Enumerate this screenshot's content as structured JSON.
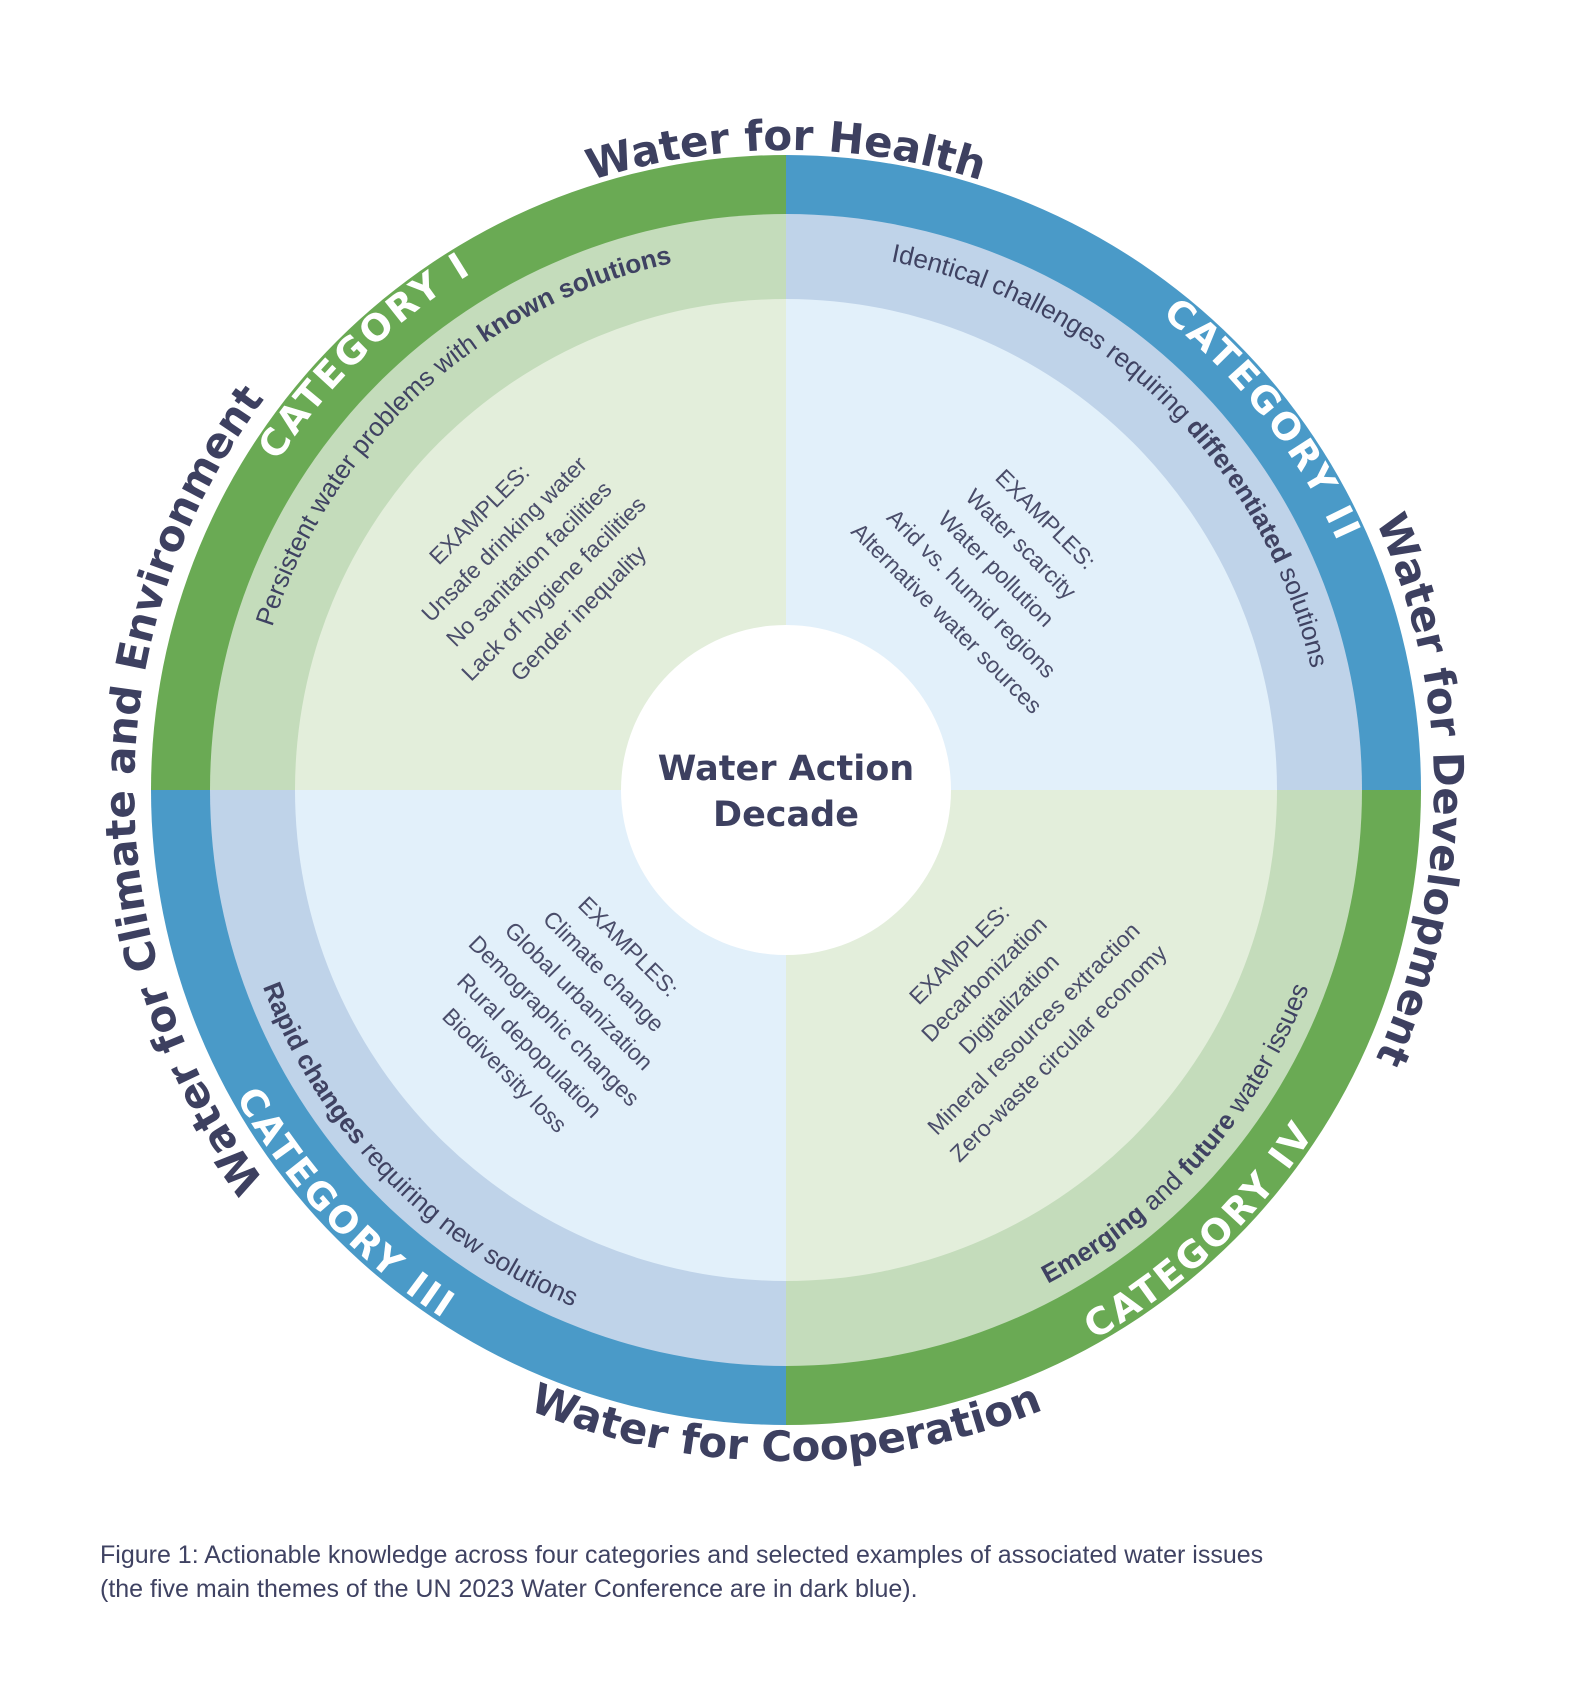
{
  "colors": {
    "green_outer": "#6aaa54",
    "green_mid": "#c4dcbb",
    "green_inner": "#e3eedb",
    "blue_outer": "#4a9ac8",
    "blue_mid": "#bfd3e9",
    "blue_inner": "#e2f0fa",
    "dark_text": "#3d4060"
  },
  "themes": {
    "top": "Water for Health",
    "right": "Water for Development",
    "bottom": "Water for Cooperation",
    "left": "Water for Climate and Environment"
  },
  "center": {
    "line1": "Water Action",
    "line2": "Decade"
  },
  "categories": [
    {
      "label": "CATEGORY I",
      "desc_pre": "Persistent water problems with ",
      "desc_bold": "known solutions",
      "desc_post": "",
      "examples_heading": "EXAMPLES:",
      "examples": [
        "Unsafe drinking water",
        "No sanitation facilities",
        "Lack of hygiene facilities",
        "Gender inequality"
      ]
    },
    {
      "label": "CATEGORY II",
      "desc_pre": "Identical challenges requiring ",
      "desc_bold": "differentiated",
      "desc_post": " solutions",
      "examples_heading": "EXAMPLES:",
      "examples": [
        "Water scarcity",
        "Water pollution",
        "Arid vs. humid regions",
        "Alternative water sources"
      ]
    },
    {
      "label": "CATEGORY III",
      "desc_pre": "",
      "desc_bold": "Rapid changes",
      "desc_post": " requiring new solutions",
      "examples_heading": "EXAMPLES:",
      "examples": [
        "Climate change",
        "Global urbanization",
        "Demographic changes",
        "Rural depopulation",
        "Biodiversity loss"
      ]
    },
    {
      "label": "CATEGORY IV",
      "desc_pre": "",
      "desc_bold": "Emerging",
      "desc_mid": " and ",
      "desc_bold2": "future",
      "desc_post": " water issues",
      "examples_heading": "EXAMPLES:",
      "examples": [
        "Decarbonization",
        "Digitalization",
        "Mineral resources extraction",
        "Zero-waste circular economy"
      ]
    }
  ],
  "caption": {
    "line1": "Figure 1: Actionable knowledge across four categories and selected examples of associated water issues",
    "line2": "(the five main themes of the UN 2023 Water Conference are in dark blue)."
  }
}
